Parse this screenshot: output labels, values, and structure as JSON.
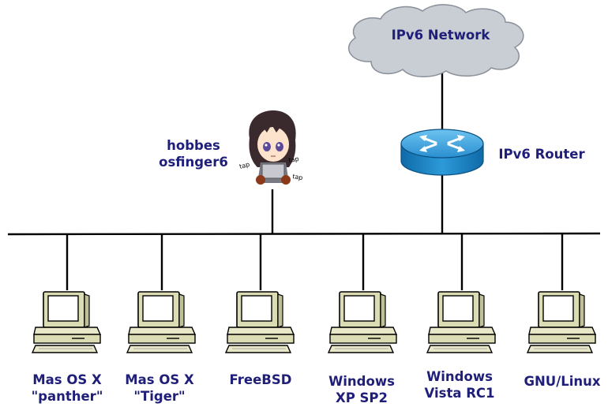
{
  "cloud": {
    "label": "IPv6 Network"
  },
  "router": {
    "label": "IPv6 Router"
  },
  "user": {
    "name_line1": "hobbes",
    "name_line2": "osfinger6",
    "tap_text": "tap"
  },
  "hosts": [
    {
      "line1": "Mas OS X",
      "line2": "\"panther\""
    },
    {
      "line1": "Mas OS X",
      "line2": "\"Tiger\""
    },
    {
      "line1": "FreeBSD",
      "line2": ""
    },
    {
      "line1": "Windows",
      "line2": "XP SP2"
    },
    {
      "line1": "Windows",
      "line2": "Vista RC1"
    },
    {
      "line1": "GNU/Linux",
      "line2": ""
    }
  ],
  "colors": {
    "label": "#1f1f7a",
    "cloud_fill": "#c9cdd4",
    "router_blue": "#1e88c8",
    "computer_beige": "#dcdcb4",
    "line": "#000000"
  }
}
